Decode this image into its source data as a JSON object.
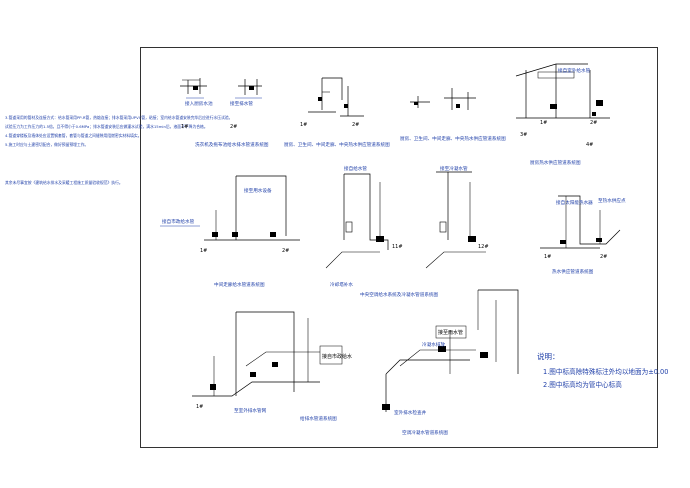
{
  "drawing": {
    "side_notes": [
      "3.管道采用的管材及连接方式：给水管采用PP-R管，热熔连接；排水管采用UPVC管，粘接；室内给水管道安装完毕后应进行水压试验。",
      "试验压力为工作压力的1.5倍，且不得小于0.6MPa；排水管道安装后应做灌水试验，满水15min后，液面不下降为合格。",
      "4.管道穿楼板及墙体处应设置钢套管，套管与管道之间缝隙用阻燃密实材料填实。",
      "5.施工时应与土建密切配合，做好预留预埋工作。"
    ],
    "side_note2": "其余未尽事宜按《建筑给水排水及采暖工程施工质量验收规范》执行。",
    "notes_title": "说明：",
    "notes": [
      "1.图中标高除特殊标注外均以地面为±0.00",
      "2.图中标高均为管中心标高"
    ],
    "captions": {
      "c1": "洗衣机及拖布池给水排水管道系统图",
      "c2": "厨房、卫生间、中间走廊、中央热水供应管道系统图",
      "c3": "厨房、卫生间、中间走廊、中央热水供应管道系统图",
      "c4": "厨房热水供应管道系统图",
      "c5": "中间走廊给水管道系统图",
      "c6": "中央空调给水系统及冷凝水管道系统图",
      "c7": "热水供应管道系统图",
      "c8": "给排水管道系统图",
      "c9": "空调冷凝水管道系统图"
    },
    "labels": {
      "l1a": "1#",
      "l1b": "2#",
      "l1c": "接入厨房水池",
      "l1d": "接至排水管",
      "l2a": "1#",
      "l2b": "2#",
      "l4a": "1#",
      "l4b": "2#",
      "l4c": "3#",
      "l4d": "4#",
      "l4e": "接自室外给水管",
      "l5a": "1#",
      "l5b": "2#",
      "l5c": "接自市政给水管",
      "l5d": "接至用水设备",
      "l6a": "接自给水管",
      "l6b": "接至冷凝水管",
      "l6c": "11#",
      "l6d": "12#",
      "l6e": "冷却塔补水",
      "l7a": "接自太阳能热水器",
      "l7b": "至热水供应点",
      "l7c": "1#",
      "l7d": "2#",
      "l8a": "接自市政给水",
      "l8b": "1#",
      "l8c": "至室外排水管网",
      "l9a": "接至雨水管",
      "l9b": "冷凝水排放",
      "l9c": "室外排水检查井"
    }
  }
}
